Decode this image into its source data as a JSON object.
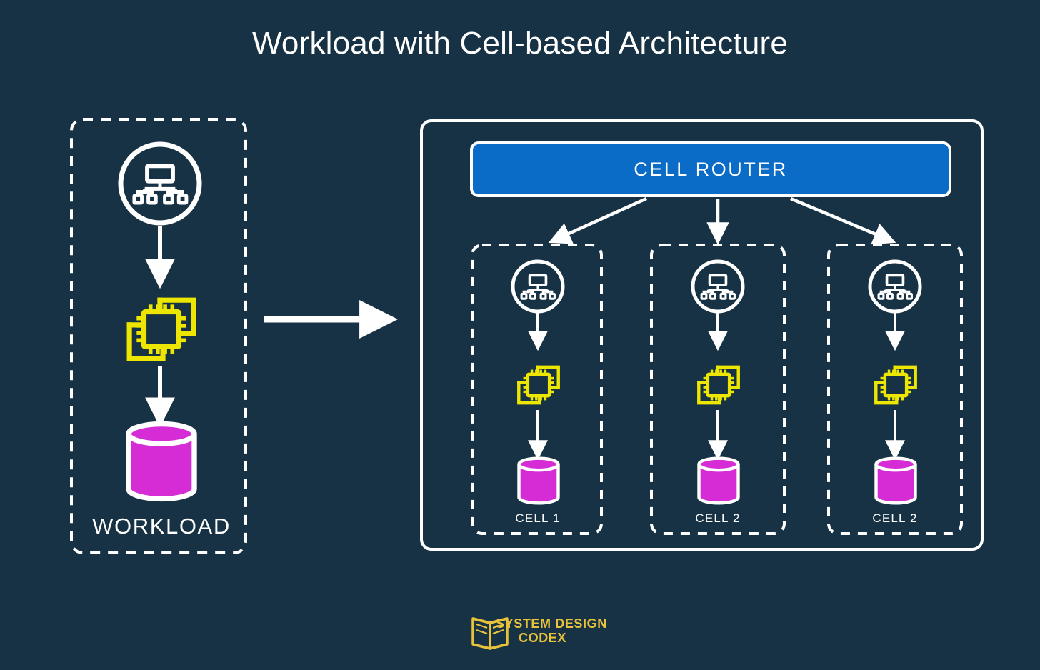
{
  "page": {
    "title": "Workload with Cell-based Architecture",
    "background_color": "#173244"
  },
  "colors": {
    "background": "#173244",
    "stroke_white": "#ffffff",
    "router_blue": "#0b6cc8",
    "chip_yellow": "#ece600",
    "database_magenta": "#d62cd6",
    "logo_gold": "#e8c23a"
  },
  "workload_panel": {
    "label": "WORKLOAD",
    "border_style": "dashed",
    "nodes": [
      {
        "icon": "network-hierarchy-icon",
        "shape": "circle"
      },
      {
        "icon": "compute-chips-icon",
        "shape": "stacked-chips"
      },
      {
        "icon": "database-icon",
        "shape": "cylinder"
      }
    ]
  },
  "flow_arrow": {
    "direction": "right",
    "from": "workload_panel",
    "to": "cell_architecture_panel"
  },
  "cell_architecture_panel": {
    "router": {
      "label": "CELL ROUTER",
      "color": "#0b6cc8"
    },
    "cells": [
      {
        "label": "CELL 1",
        "nodes": [
          {
            "icon": "network-hierarchy-icon"
          },
          {
            "icon": "compute-chips-icon"
          },
          {
            "icon": "database-icon"
          }
        ]
      },
      {
        "label": "CELL 2",
        "nodes": [
          {
            "icon": "network-hierarchy-icon"
          },
          {
            "icon": "compute-chips-icon"
          },
          {
            "icon": "database-icon"
          }
        ]
      },
      {
        "label": "CELL 2",
        "nodes": [
          {
            "icon": "network-hierarchy-icon"
          },
          {
            "icon": "compute-chips-icon"
          },
          {
            "icon": "database-icon"
          }
        ]
      }
    ]
  },
  "footer_logo": {
    "icon": "open-book-icon",
    "line1": "SYSTEM DESIGN",
    "line2": "CODEX"
  }
}
